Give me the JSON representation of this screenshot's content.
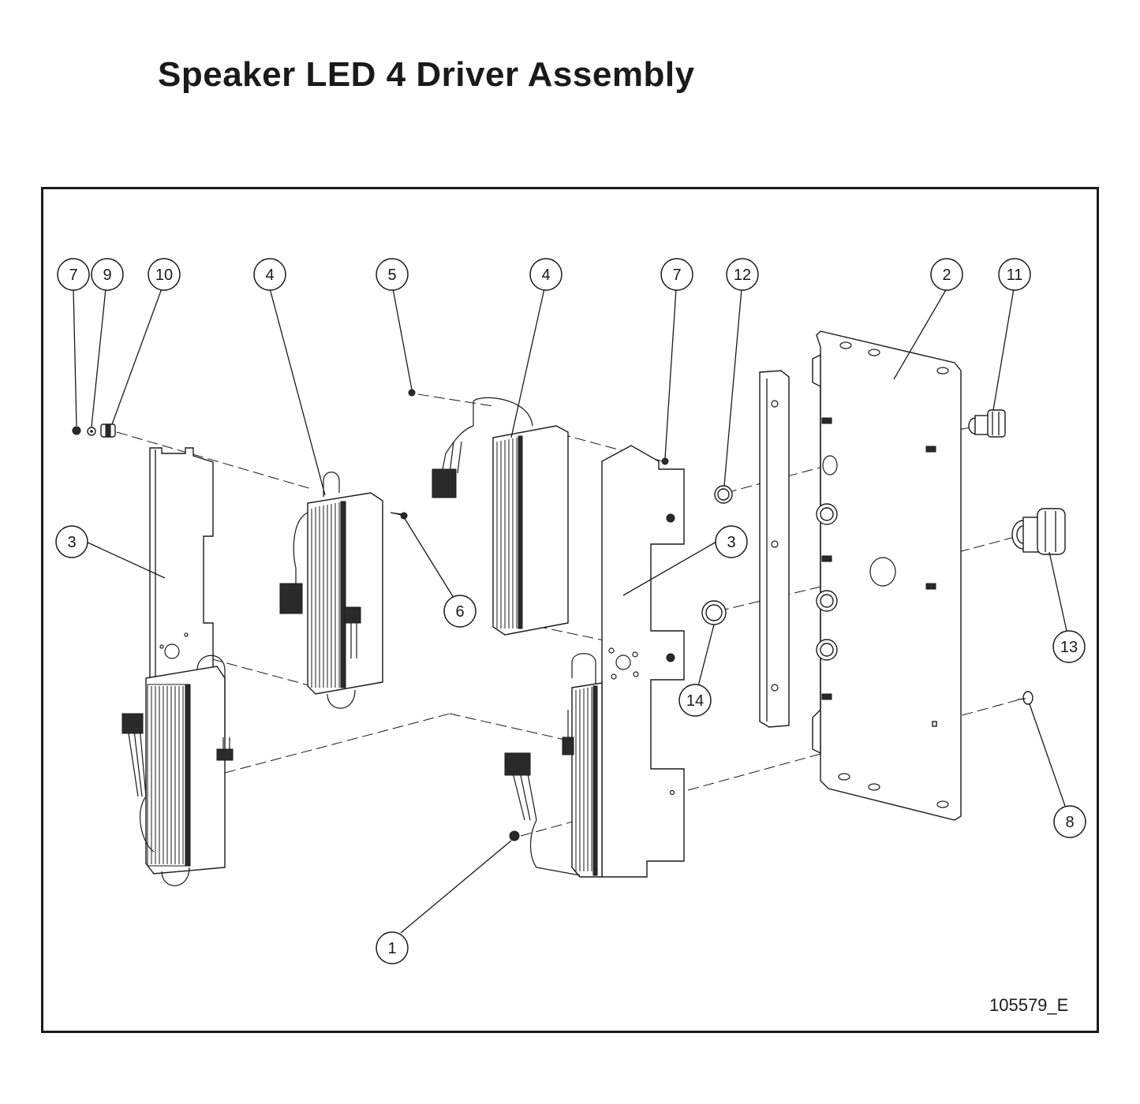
{
  "title": "Speaker LED 4 Driver Assembly",
  "drawing_number": "105579_E",
  "callouts": [
    "7",
    "9",
    "10",
    "4",
    "5",
    "4",
    "7",
    "12",
    "2",
    "11",
    "3",
    "6",
    "3",
    "13",
    "14",
    "8",
    "1"
  ]
}
